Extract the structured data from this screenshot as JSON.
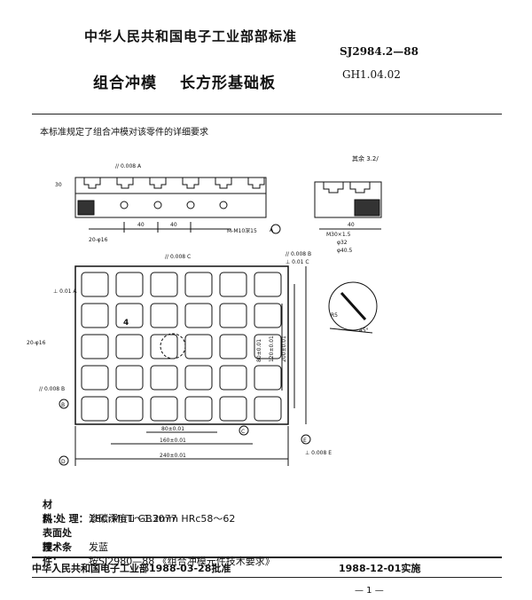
{
  "header": {
    "org_standard": "中华人民共和国电子工业部部标准",
    "standard_no": "SJ2984.2—88",
    "title_main": "组合冲模",
    "title_sub": "长方形基础板",
    "code": "GH1.04.02"
  },
  "intro": "本标准规定了组合冲模对该零件的详细要求",
  "drawing": {
    "tol_top": "// 0.008 A",
    "tol_right_b": "// 0.008 B",
    "tol_right_c": "⊥ 0.01 C",
    "tol_plate_c": "// 0.008 C",
    "tol_left": "⊥ 0.01 A",
    "tol_left_b": "// 0.008 B",
    "tol_bottom": "⊥ 0.008 E",
    "dim_40a": "40",
    "dim_40b": "40",
    "dim_40c": "40",
    "dim_m30": "M30×1.5",
    "dim_d32": "φ32",
    "dim_d405": "φ40.5",
    "dim_m10": "M-M10深15",
    "dim_holes": "20-φ16",
    "dim_holes_left": "20-φ16",
    "dim_80": "80±0.01",
    "dim_160": "160±0.01",
    "dim_240": "240±0.01",
    "dim_v80": "80±0.01",
    "dim_v120": "120±0.01",
    "dim_v200": "200±0.01",
    "dim_30": "30",
    "dim_angle": "45°",
    "dim_r5": "R5",
    "surface_mark": "其余 3.2/",
    "detail_label": "4",
    "datum_a": "A",
    "datum_b": "B",
    "datum_c": "C",
    "datum_d": "D",
    "datum_e": "E"
  },
  "specs": [
    {
      "key": "材　　料：",
      "value": "18CrMnTi GB3077"
    },
    {
      "key": "热 处 理：",
      "value": "渗碳深度1～1.2mm HRc58～62"
    },
    {
      "key": "表面处理：",
      "value": "发蓝"
    },
    {
      "key": "技术条件：",
      "value": "按SJ2980—88 《组合冲模元件技术要求》"
    }
  ],
  "footer": {
    "approved": "中华人民共和国电子工业部1988-03-28批准",
    "effective": "1988-12-01实施",
    "page": "— 1 —"
  }
}
